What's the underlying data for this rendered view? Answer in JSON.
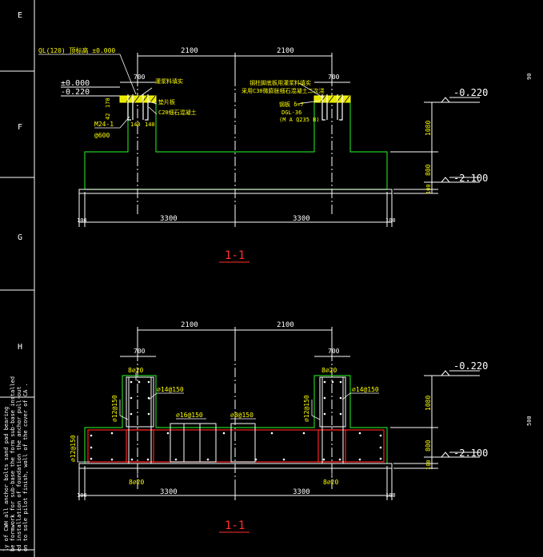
{
  "grid_labels": [
    "E",
    "F",
    "G",
    "H"
  ],
  "sections": {
    "top": {
      "title": "1-1",
      "dims_top": [
        "2100",
        "2100"
      ],
      "dims_col": [
        "700",
        "700"
      ],
      "dims_bottom": [
        "100",
        "3300",
        "3300",
        "100"
      ],
      "dims_right": [
        "1080",
        "800",
        "100"
      ],
      "elev_top": "-0.220",
      "elev_bottom": "-2.100",
      "elev_left_1": "±0.000",
      "elev_left_2": "-0.220",
      "note_ql": "QL(120) 顶标高 ±0.000",
      "note_left_1": "灌浆料填实",
      "note_left_2": "垫片板",
      "note_left_3": "C20细石混凝土",
      "note_anchor": "M24-1",
      "note_anchor_spacing": "@600",
      "note_right_1": "钢柱脚底板用灌浆料填实",
      "note_right_2": "采用C30微膨胀细石混凝土二次浇",
      "note_right_3": "钢板 δ=7",
      "note_right_4": "DGL-36",
      "note_right_5": "(M A Q235 B)",
      "dim_small_1": "170",
      "dim_small_2": "42",
      "dim_small_3": "140",
      "dim_small_4": "140"
    },
    "bottom": {
      "title": "1-1",
      "dims_top": [
        "2100",
        "2100"
      ],
      "dims_col": [
        "700",
        "700"
      ],
      "dims_bottom": [
        "100",
        "3300",
        "3300",
        "100"
      ],
      "dims_right": [
        "1080",
        "800",
        "100"
      ],
      "elev_top": "-0.220",
      "elev_bottom": "-2.100",
      "rebar_col_top": "8⌀20",
      "rebar_col_top_r": "8⌀20",
      "rebar_stirrup_l": "⌀14@150",
      "rebar_stirrup_r": "⌀14@150",
      "rebar_side_l": "⌀12@150",
      "rebar_side_r": "⌀12@150",
      "rebar_mid_1": "⌀16@150",
      "rebar_mid_2": "⌀8@150",
      "rebar_base_l": "⌀12@150",
      "rebar_bot_l": "8⌀20",
      "rebar_bot_r": "8⌀20"
    }
  },
  "side_numbers": [
    "90",
    "500"
  ],
  "left_notes": [
    "ly of CWH all anchor bolts sand pad bearing",
    "be formwork for sub-base the form sub-base installed",
    "ed installation of foundation the anchor pull-out",
    "on to sole pilot finish, wall of the cover of CA ."
  ]
}
